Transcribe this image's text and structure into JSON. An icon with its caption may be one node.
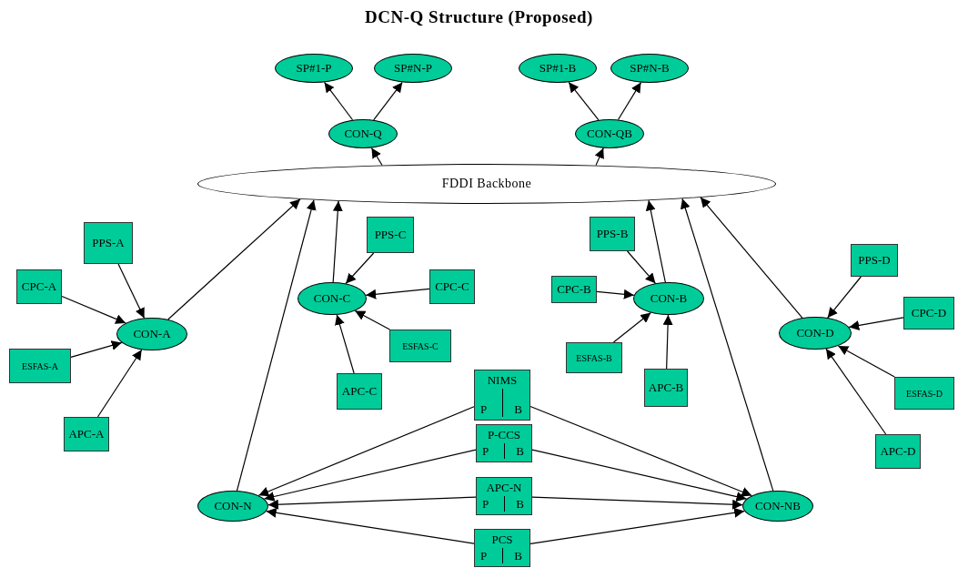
{
  "diagram": {
    "title": "DCN-Q Structure (Proposed)",
    "nodes": [
      {
        "text": [
          "SP#1-P"
        ]
      },
      {
        "text": [
          "SP#N-P"
        ]
      },
      {
        "text": [
          "SP#1-B"
        ]
      },
      {
        "text": [
          "SP#N-B"
        ]
      },
      {
        "text": [
          "CON-Q"
        ]
      },
      {
        "text": [
          "CON-QB"
        ]
      },
      {
        "text": [
          "FDDI Backbone"
        ]
      },
      {
        "text": [
          "PPS-A"
        ]
      },
      {
        "text": [
          "CPC-A"
        ]
      },
      {
        "text": [
          "CON-A"
        ]
      },
      {
        "text": [
          "ESFAS-A"
        ]
      },
      {
        "text": [
          "APC-A"
        ]
      },
      {
        "text": [
          "PPS-C"
        ]
      },
      {
        "text": [
          "CPC-C"
        ]
      },
      {
        "text": [
          "CON-C"
        ]
      },
      {
        "text": [
          "ESFAS-C"
        ]
      },
      {
        "text": [
          "APC-C"
        ]
      },
      {
        "text": [
          "PPS-B"
        ]
      },
      {
        "text": [
          "CPC-B"
        ]
      },
      {
        "text": [
          "CON-B"
        ]
      },
      {
        "text": [
          "ESFAS-B"
        ]
      },
      {
        "text": [
          "APC-B"
        ]
      },
      {
        "text": [
          "PPS-D"
        ]
      },
      {
        "text": [
          "CPC-D"
        ]
      },
      {
        "text": [
          "CON-D"
        ]
      },
      {
        "text": [
          "ESFAS-D"
        ]
      },
      {
        "text": [
          "APC-D"
        ]
      },
      {
        "text": [
          "NIMS",
          "P",
          "B"
        ]
      },
      {
        "text": [
          "P-CCS",
          "P",
          "B"
        ]
      },
      {
        "text": [
          "APC-N",
          "P",
          "B"
        ]
      },
      {
        "text": [
          "PCS",
          "P",
          "B"
        ]
      },
      {
        "text": [
          "CON-N"
        ]
      },
      {
        "text": [
          "CON-NB"
        ]
      }
    ],
    "edges": [
      {
        "from": 4,
        "to": 0,
        "arrow": "to"
      },
      {
        "from": 4,
        "to": 1,
        "arrow": "to"
      },
      {
        "from": 5,
        "to": 2,
        "arrow": "to"
      },
      {
        "from": 5,
        "to": 3,
        "arrow": "to"
      },
      {
        "from": 6,
        "to": 4,
        "arrow": "to"
      },
      {
        "from": 6,
        "to": 5,
        "arrow": "to"
      },
      {
        "from": 7,
        "to": 9,
        "arrow": "to"
      },
      {
        "from": 8,
        "to": 9,
        "arrow": "to"
      },
      {
        "from": 10,
        "to": 9,
        "arrow": "to"
      },
      {
        "from": 11,
        "to": 9,
        "arrow": "to"
      },
      {
        "from": 9,
        "to": 6,
        "arrow": "to"
      },
      {
        "from": 12,
        "to": 14,
        "arrow": "to"
      },
      {
        "from": 13,
        "to": 14,
        "arrow": "to"
      },
      {
        "from": 15,
        "to": 14,
        "arrow": "to"
      },
      {
        "from": 16,
        "to": 14,
        "arrow": "to"
      },
      {
        "from": 14,
        "to": 6,
        "arrow": "to"
      },
      {
        "from": 17,
        "to": 19,
        "arrow": "to"
      },
      {
        "from": 18,
        "to": 19,
        "arrow": "to"
      },
      {
        "from": 20,
        "to": 19,
        "arrow": "to"
      },
      {
        "from": 21,
        "to": 19,
        "arrow": "to"
      },
      {
        "from": 19,
        "to": 6,
        "arrow": "to"
      },
      {
        "from": 22,
        "to": 24,
        "arrow": "to"
      },
      {
        "from": 23,
        "to": 24,
        "arrow": "to"
      },
      {
        "from": 25,
        "to": 24,
        "arrow": "to"
      },
      {
        "from": 26,
        "to": 24,
        "arrow": "to"
      },
      {
        "from": 24,
        "to": 6,
        "arrow": "to"
      },
      {
        "from": 31,
        "to": 6,
        "arrow": "to"
      },
      {
        "from": 32,
        "to": 6,
        "arrow": "to"
      },
      {
        "from": 27,
        "to": 31,
        "arrow": "to"
      },
      {
        "from": 27,
        "to": 32,
        "arrow": "to"
      },
      {
        "from": 28,
        "to": 31,
        "arrow": "to"
      },
      {
        "from": 28,
        "to": 32,
        "arrow": "to"
      },
      {
        "from": 29,
        "to": 31,
        "arrow": "to"
      },
      {
        "from": 29,
        "to": 32,
        "arrow": "to"
      },
      {
        "from": 30,
        "to": 31,
        "arrow": "to"
      },
      {
        "from": 30,
        "to": 32,
        "arrow": "to"
      }
    ]
  }
}
